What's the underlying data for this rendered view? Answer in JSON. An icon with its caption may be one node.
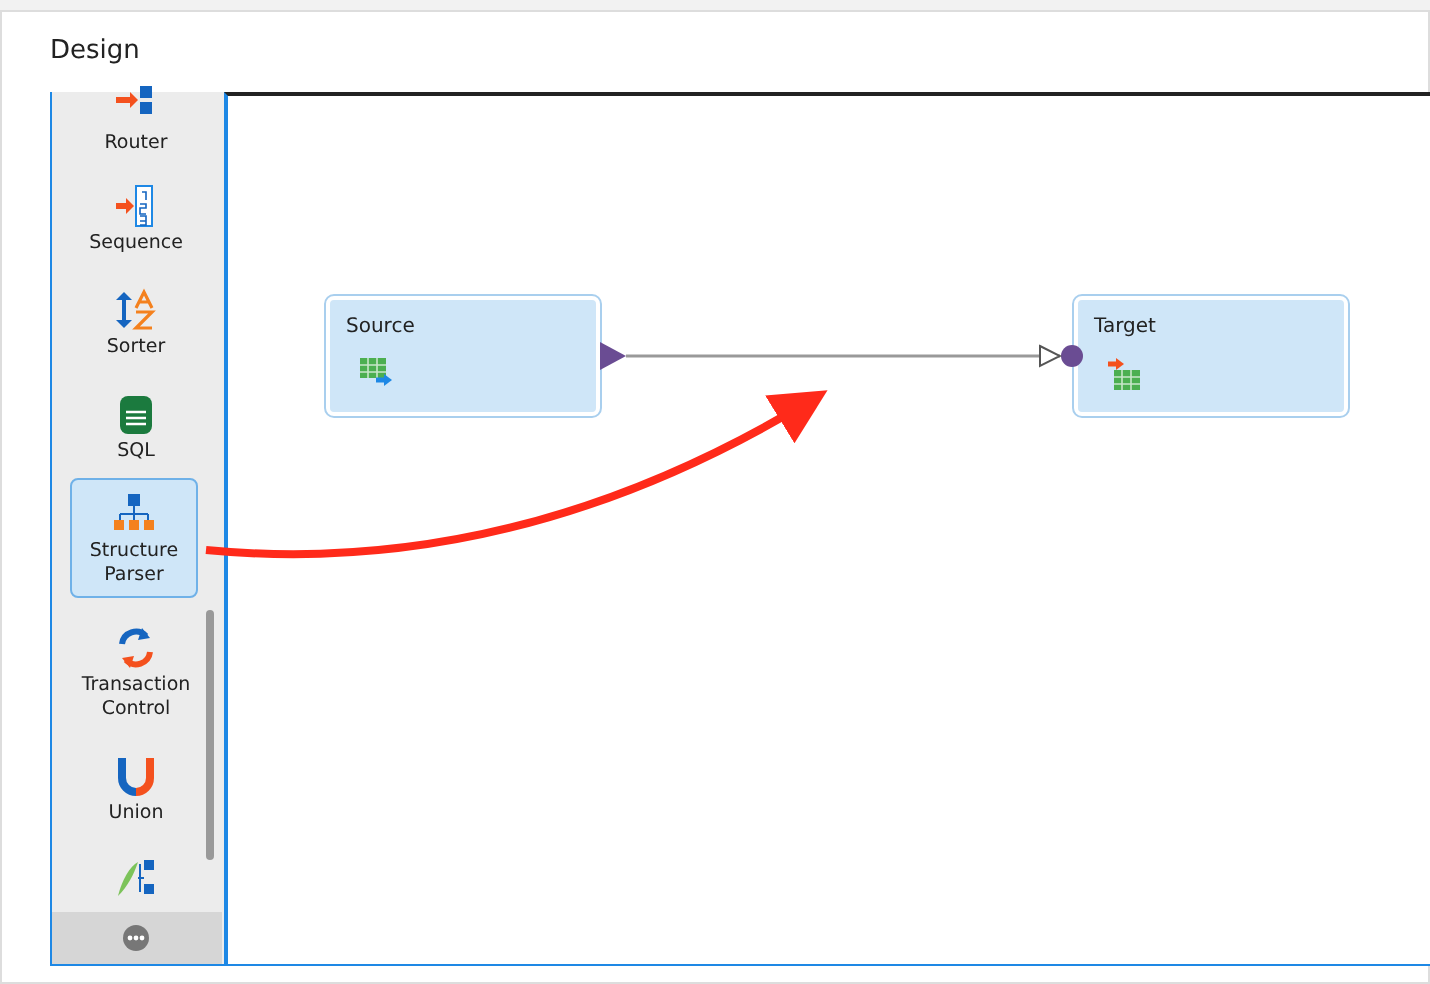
{
  "diagram": {
    "title": "Design",
    "nodes": [
      {
        "text": [
          "Router"
        ]
      },
      {
        "text": [
          "Sequence"
        ]
      },
      {
        "text": [
          "Sorter"
        ]
      },
      {
        "text": [
          "SQL"
        ]
      },
      {
        "text": [
          "Structure Parser"
        ]
      },
      {
        "text": [
          "Transaction Control"
        ]
      },
      {
        "text": [
          "Union"
        ]
      },
      {
        "text": [],
        "shape": "picture"
      },
      {
        "text": [
          "Source"
        ]
      },
      {
        "text": [
          "Target"
        ]
      }
    ],
    "edges": [
      {
        "from": 8,
        "to": 9,
        "arrow": "to"
      },
      {
        "from": 4,
        "to": null,
        "arrow": "to",
        "style": "thick",
        "color": "#ff2a1a"
      }
    ]
  }
}
